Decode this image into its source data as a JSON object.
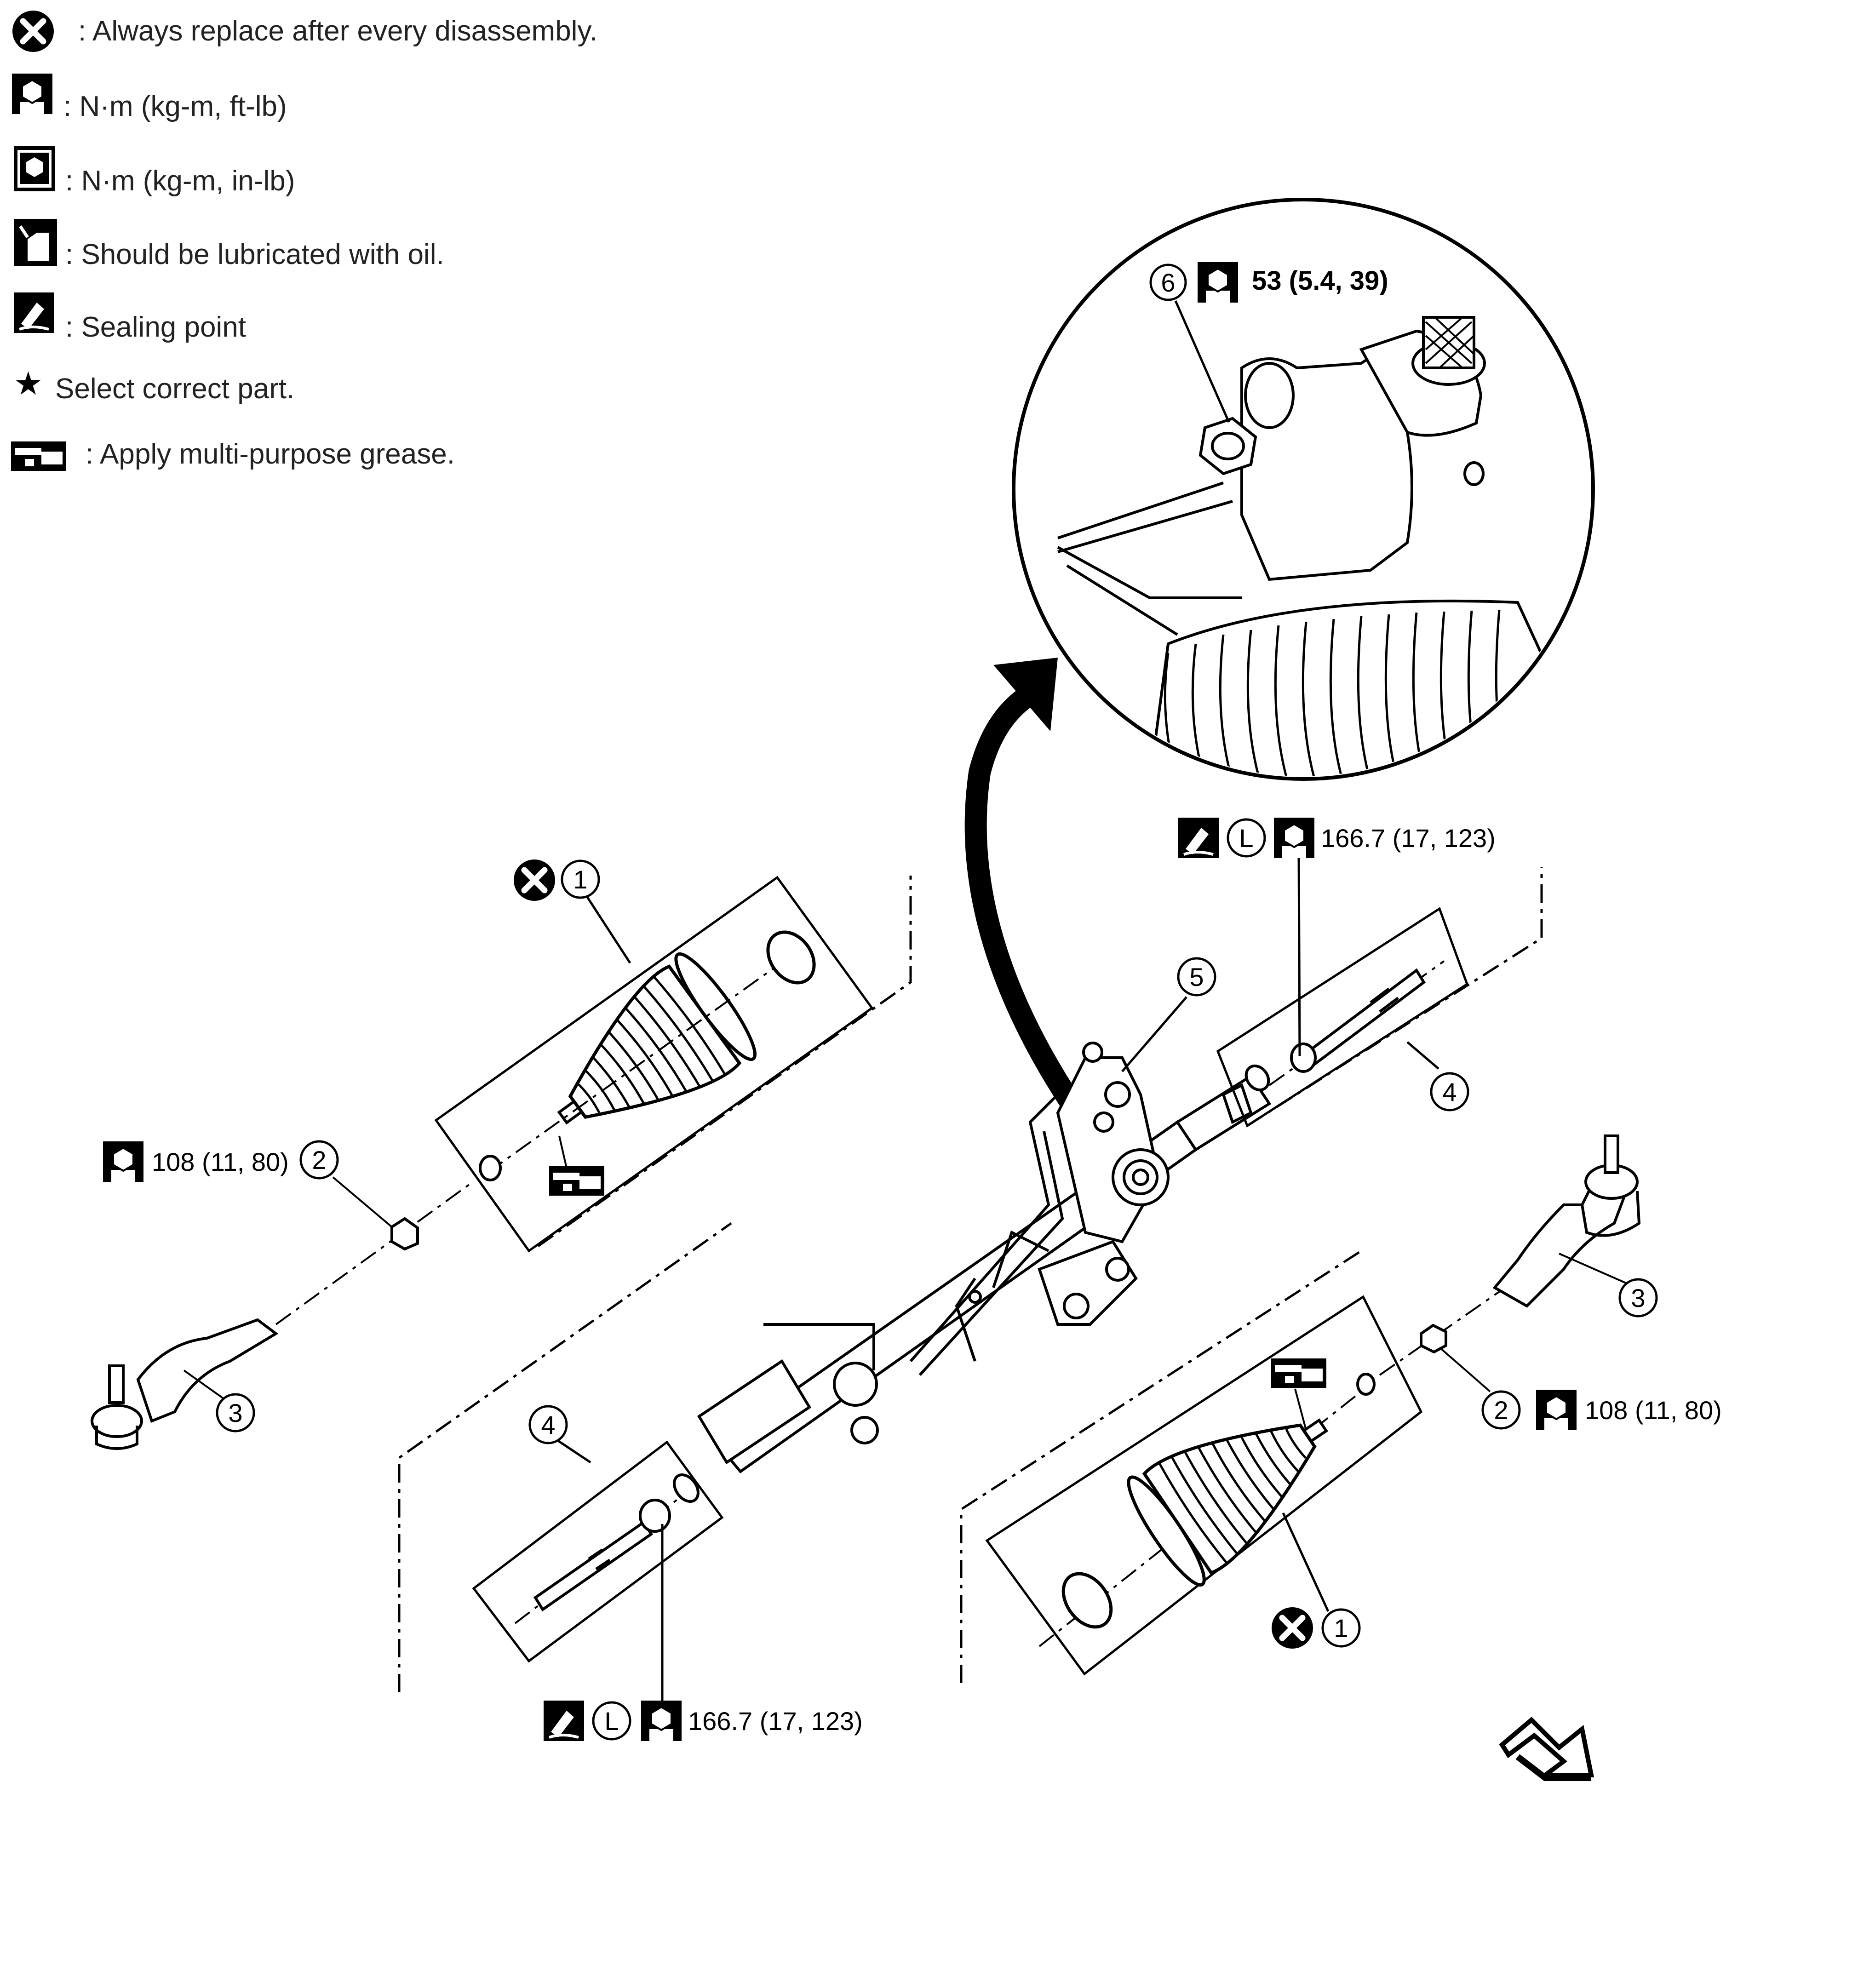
{
  "legend": {
    "replace": ": Always replace after every disassembly.",
    "torque_ftlb": ": N·m (kg-m, ft-lb)",
    "torque_inlb": ": N·m (kg-m, in-lb)",
    "oil": ": Should be lubricated with oil.",
    "sealing": ": Sealing point",
    "select": "Select correct part.",
    "grease": ": Apply multi-purpose grease."
  },
  "callouts": {
    "n1": "1",
    "n2": "2",
    "n3": "3",
    "n4": "4",
    "n5": "5",
    "n6": "6",
    "l_letter": "L"
  },
  "torques": {
    "t6": "53 (5.4, 39)",
    "t_inner_right": "166.7 (17, 123)",
    "t_inner_left": "166.7 (17, 123)",
    "t_nut_left": "108 (11, 80)",
    "t_nut_right": "108 (11, 80)"
  },
  "icons": {
    "replace": "x-circle-icon",
    "torque": "torque-wrench-icon",
    "torque_inlb": "torque-wrench-inlb-icon",
    "oil": "oil-can-icon",
    "sealing": "sealing-point-icon",
    "select": "star-icon",
    "grease": "grease-gun-icon",
    "front": "front-direction-arrow-icon"
  }
}
